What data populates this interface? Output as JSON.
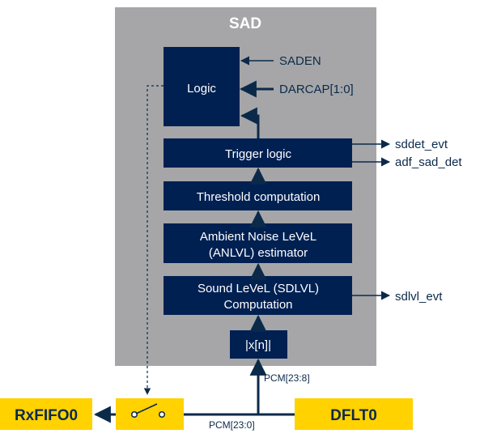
{
  "title": "SAD",
  "blocks": {
    "logic": "Logic",
    "trigger": "Trigger logic",
    "threshold": "Threshold computation",
    "anlvl_line1": "Ambient Noise LeVeL",
    "anlvl_line2": "(ANLVL) estimator",
    "sdlvl_line1": "Sound LeVeL (SDLVL)",
    "sdlvl_line2": "Computation",
    "abs": "|x[n]|"
  },
  "inputs": {
    "saden": "SADEN",
    "darcap": "DARCAP[1:0]"
  },
  "outputs": {
    "sddet_evt": "sddet_evt",
    "adf_sad_det": "adf_sad_det",
    "sdlvl_evt": "sdlvl_evt"
  },
  "buses": {
    "pcm_23_8": "PCM[23:8]",
    "pcm_23_0": "PCM[23:0]"
  },
  "endpoints": {
    "rxfifo": "RxFIFO0",
    "dflt": "DFLT0"
  },
  "colors": {
    "sad_bg": "#a6a6a8",
    "block": "#002052",
    "yellow": "#ffd200",
    "wire": "#0b2a4a"
  },
  "icons": {
    "switch": "switch-icon"
  }
}
